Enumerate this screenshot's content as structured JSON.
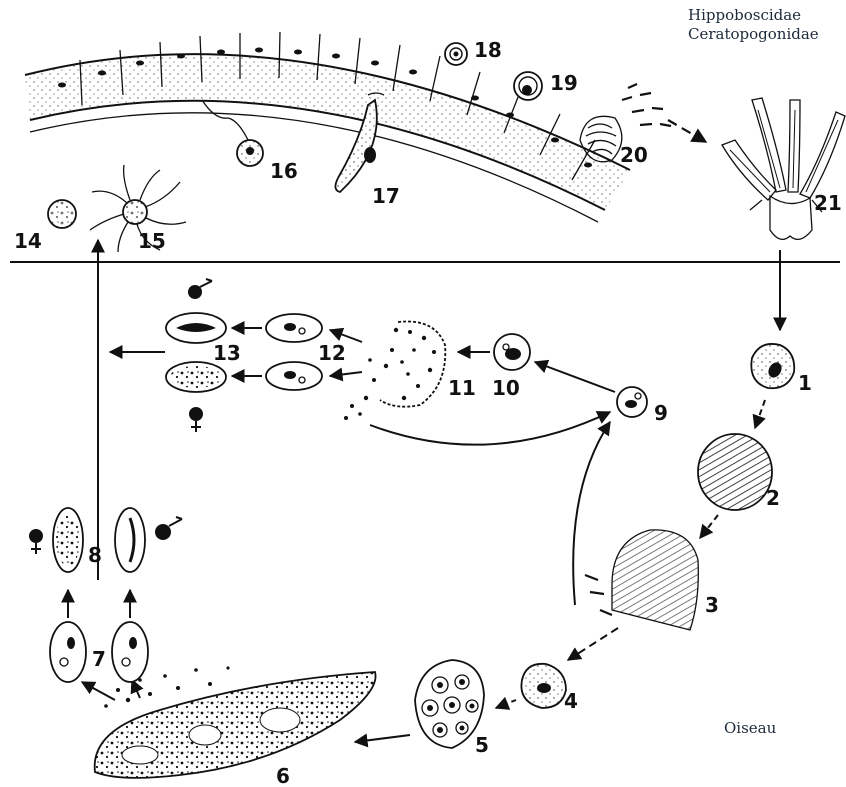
{
  "hosts": {
    "vector_line1": "Hippoboscidae",
    "vector_line2": "Ceratopogonidae",
    "bird": "Oiseau"
  },
  "stages": [
    "1",
    "2",
    "3",
    "4",
    "5",
    "6",
    "7",
    "8",
    "9",
    "10",
    "11",
    "12",
    "13",
    "14",
    "15",
    "16",
    "17",
    "18",
    "19",
    "20",
    "21"
  ],
  "sex_symbols": {
    "male": "♂",
    "female": "♀"
  }
}
